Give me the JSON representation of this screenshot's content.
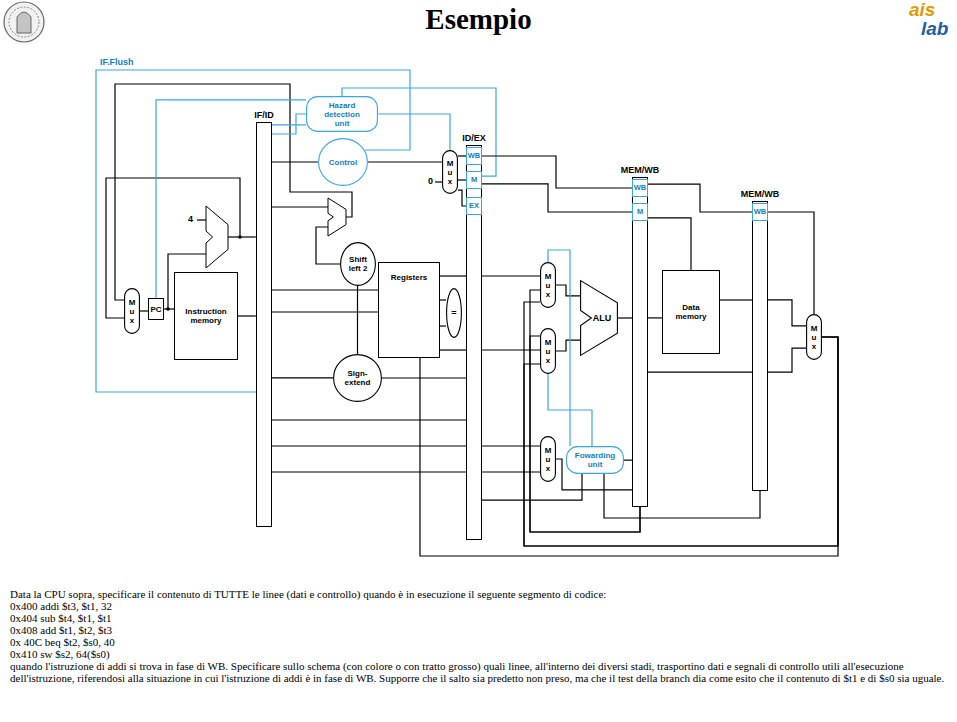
{
  "diagram": {
    "title": "Esempio",
    "nodes": [
      {
        "text": [
          "Hazard detection unit"
        ]
      },
      {
        "text": [
          "Control"
        ]
      },
      {
        "text": [
          "M u x"
        ]
      },
      {
        "text": [
          "ID/EX"
        ]
      },
      {
        "text": [
          "WB"
        ],
        "in": 3
      },
      {
        "text": [
          "M"
        ],
        "in": 3
      },
      {
        "text": [
          "EX"
        ],
        "in": 3
      },
      {
        "text": [
          "MEM/WB"
        ]
      },
      {
        "text": [
          "WB"
        ],
        "in": 7
      },
      {
        "text": [
          "M"
        ],
        "in": 7
      },
      {
        "text": [
          "MEM/WB"
        ]
      },
      {
        "text": [
          "WB"
        ],
        "in": 10
      },
      {
        "text": [
          "IF/ID"
        ]
      },
      {
        "text": [
          "Shift left 2"
        ]
      },
      {
        "text": [
          "Registers"
        ]
      },
      {
        "text": [
          "="
        ]
      },
      {
        "text": [
          "M u x"
        ]
      },
      {
        "text": [
          "PC"
        ]
      },
      {
        "text": [
          "Instruction memory"
        ]
      },
      {
        "text": [
          "M u x"
        ]
      },
      {
        "text": [
          "ALU"
        ]
      },
      {
        "text": [
          "Data memory"
        ]
      },
      {
        "text": [
          "M u x"
        ]
      },
      {
        "text": [
          "M u x"
        ]
      },
      {
        "text": [
          "Sign-extend"
        ]
      },
      {
        "text": [
          "M u x"
        ]
      },
      {
        "text": [
          "Fowarding unit"
        ]
      }
    ],
    "edges": [
      {
        "from": 16,
        "to": 17,
        "arrow": "none"
      },
      {
        "from": 17,
        "to": 18,
        "arrow": "none"
      },
      {
        "from": 18,
        "to": 12,
        "arrow": "none"
      },
      {
        "from": 12,
        "to": 1,
        "arrow": "none"
      },
      {
        "from": 12,
        "to": 0,
        "arrow": "none"
      },
      {
        "from": 0,
        "to": 12,
        "arrow": "none"
      },
      {
        "from": 0,
        "to": 17,
        "arrow": "none"
      },
      {
        "from": 0,
        "to": 2,
        "arrow": "none"
      },
      {
        "from": 5,
        "to": 0,
        "arrow": "none"
      },
      {
        "from": 1,
        "to": 2,
        "arrow": "none"
      },
      {
        "from": 2,
        "to": 4,
        "arrow": "none"
      },
      {
        "from": 2,
        "to": 5,
        "arrow": "none"
      },
      {
        "from": 2,
        "to": 6,
        "arrow": "none"
      },
      {
        "from": 12,
        "to": 14,
        "arrow": "none"
      },
      {
        "from": 12,
        "to": 14,
        "arrow": "none"
      },
      {
        "from": 12,
        "to": 24,
        "arrow": "none"
      },
      {
        "from": 24,
        "to": 13,
        "arrow": "none"
      },
      {
        "from": 14,
        "to": 15,
        "arrow": "none"
      },
      {
        "from": 14,
        "to": 15,
        "arrow": "none"
      },
      {
        "from": 14,
        "to": 3,
        "arrow": "none"
      },
      {
        "from": 14,
        "to": 3,
        "arrow": "none"
      },
      {
        "from": 24,
        "to": 3,
        "arrow": "none"
      },
      {
        "from": 12,
        "to": 3,
        "arrow": "none"
      },
      {
        "from": 12,
        "to": 3,
        "arrow": "none"
      },
      {
        "from": 12,
        "to": 3,
        "arrow": "none"
      },
      {
        "from": 4,
        "to": 8,
        "arrow": "none"
      },
      {
        "from": 5,
        "to": 9,
        "arrow": "none"
      },
      {
        "from": 8,
        "to": 11,
        "arrow": "none"
      },
      {
        "from": 9,
        "to": 21,
        "arrow": "none"
      },
      {
        "from": 11,
        "to": 22,
        "arrow": "none"
      },
      {
        "from": 3,
        "to": 19,
        "arrow": "none"
      },
      {
        "from": 3,
        "to": 23,
        "arrow": "none"
      },
      {
        "from": 19,
        "to": 20,
        "arrow": "none"
      },
      {
        "from": 23,
        "to": 20,
        "arrow": "none"
      },
      {
        "from": 20,
        "to": 7,
        "arrow": "none"
      },
      {
        "from": 7,
        "to": 21,
        "arrow": "none"
      },
      {
        "from": 21,
        "to": 10,
        "arrow": "none"
      },
      {
        "from": 7,
        "to": 10,
        "arrow": "none"
      },
      {
        "from": 10,
        "to": 22,
        "arrow": "none"
      },
      {
        "from": 10,
        "to": 22,
        "arrow": "none"
      },
      {
        "from": 22,
        "to": 14,
        "arrow": "none"
      },
      {
        "from": 22,
        "to": 19,
        "arrow": "none"
      },
      {
        "from": 22,
        "to": 23,
        "arrow": "none"
      },
      {
        "from": 7,
        "to": 19,
        "arrow": "none"
      },
      {
        "from": 7,
        "to": 23,
        "arrow": "none"
      },
      {
        "from": 3,
        "to": 25,
        "arrow": "none"
      },
      {
        "from": 3,
        "to": 25,
        "arrow": "none"
      },
      {
        "from": 25,
        "to": 7,
        "arrow": "none"
      },
      {
        "from": 26,
        "to": 19,
        "arrow": "none"
      },
      {
        "from": 26,
        "to": 23,
        "arrow": "none"
      },
      {
        "from": 7,
        "to": 26,
        "arrow": "none"
      },
      {
        "from": 10,
        "to": 26,
        "arrow": "none"
      },
      {
        "from": 3,
        "to": 26,
        "arrow": "none"
      }
    ],
    "labels": [
      "ais",
      "lab",
      "IF.Flush",
      "0",
      "4",
      "Data la CPU sopra, specificare il contenuto di TUTTE le linee (dati e controllo) quando è in esecuzione il seguente segmento di codice:",
      "0x400 addi $t3, $t1, 32",
      "0x404 sub $t4, $t1, $t1",
      "0x408 add $t1, $t2, $t3",
      "0x 40C beq $t2, $s0, 40",
      "0x410 sw $s2, 64($s0)",
      "quando l'istruzione di addi si trova in fase di WB. Specificare sullo schema (con colore o con tratto grosso) quali linee, all'interno dei diversi stadi, trasportino dati e segnali di controllo utili all'esecuzione dell'istruzione, riferendosi alla situazione in cui l'istruzione di addi è in fase di WB. Supporre che il salto sia predetto non preso, ma che il test della branch dia come esito che il contenuto di $t1 e di $s0 sia uguale."
    ]
  }
}
